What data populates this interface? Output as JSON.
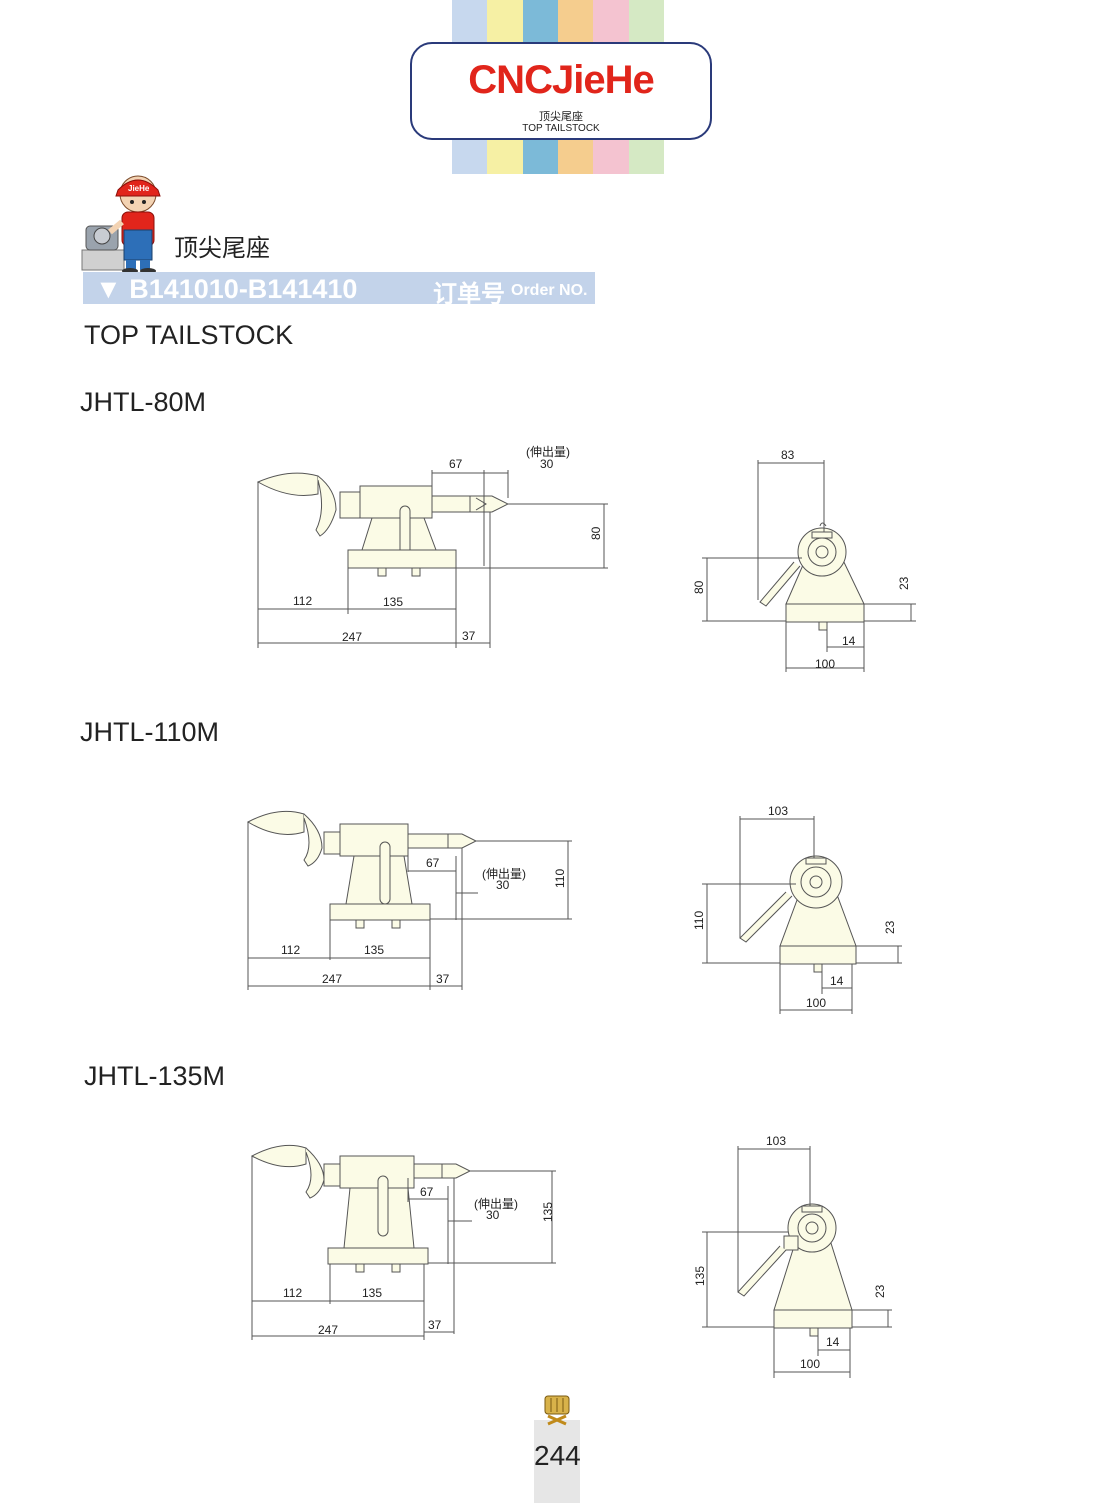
{
  "header": {
    "brand": "CNCJieHe",
    "subtitle_cn": "顶尖尾座",
    "subtitle_en": "TOP  TAILSTOCK",
    "strip_colors": [
      "#c7d8ee",
      "#f6f0a4",
      "#7cbad8",
      "#f5cd8e",
      "#f4c3d0",
      "#d5e9c4"
    ]
  },
  "section": {
    "title_cn": "顶尖尾座",
    "order_range": "▼ B141010-B141410",
    "order_label_cn": "订单号",
    "order_label_en": "Order NO.",
    "title_en": "TOP TAILSTOCK"
  },
  "models": [
    {
      "name": "JHTL-80M",
      "side": {
        "d67": "67",
        "ext_label": "(伸出量)",
        "d30": "30",
        "height": "80",
        "d112": "112",
        "d135": "135",
        "d247": "247",
        "d37": "37"
      },
      "front": {
        "width": "83",
        "height": "80",
        "d23": "23",
        "d14": "14",
        "d100": "100"
      }
    },
    {
      "name": "JHTL-110M",
      "side": {
        "d67": "67",
        "ext_label": "(伸出量)",
        "d30": "30",
        "height": "110",
        "d112": "112",
        "d135": "135",
        "d247": "247",
        "d37": "37"
      },
      "front": {
        "width": "103",
        "height": "110",
        "d23": "23",
        "d14": "14",
        "d100": "100"
      }
    },
    {
      "name": "JHTL-135M",
      "side": {
        "d67": "67",
        "ext_label": "(伸出量)",
        "d30": "30",
        "height": "135",
        "d112": "112",
        "d135": "135",
        "d247": "247",
        "d37": "37"
      },
      "front": {
        "width": "103",
        "height": "135",
        "d23": "23",
        "d14": "14",
        "d100": "100"
      }
    }
  ],
  "footer": {
    "page_number": "244"
  }
}
